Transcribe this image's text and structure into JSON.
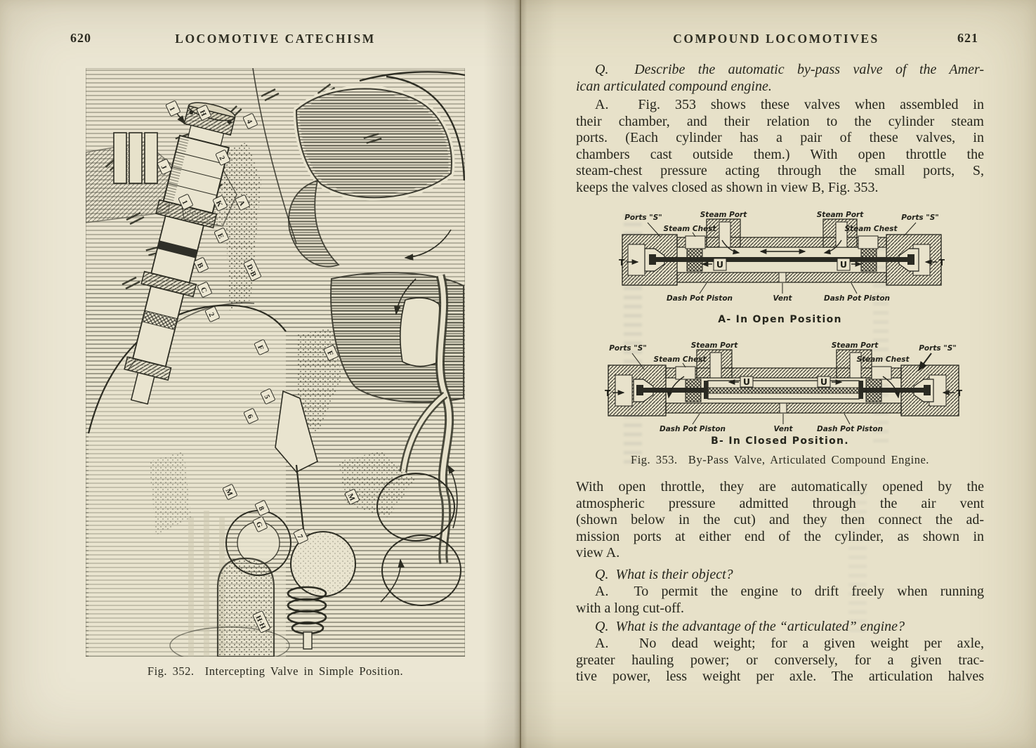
{
  "colors": {
    "paper_left": "#ebe6d3",
    "paper_right": "#e7e1c9",
    "ink": "#2a2a20"
  },
  "page": {
    "left": {
      "number": "620",
      "header": "LOCOMOTIVE CATECHISM",
      "figure_caption": "Fig. 352.  Intercepting Valve in Simple Position.",
      "figure_labels": [
        "1",
        "H",
        "4",
        "2",
        "J",
        "1",
        "E",
        "K",
        "A",
        "B",
        "D·B",
        "C",
        "2",
        "F",
        "F",
        "5",
        "6",
        "8",
        "G",
        "7",
        "M",
        "M",
        "H·H"
      ]
    },
    "right": {
      "number": "621",
      "header": "COMPOUND LOCOMOTIVES",
      "para1": {
        "l1": "Q.  Describe the automatic by-pass valve of the Amer-",
        "l2": "ican articulated compound engine."
      },
      "para2": {
        "l1": "A.  Fig. 353 shows these valves when assembled in",
        "l2": "their chamber, and their relation to the cylinder steam",
        "l3": "ports.  (Each cylinder has a pair of these valves, in",
        "l4": "chambers cast outside them.)  With open throttle the",
        "l5": "steam-chest pressure acting through the small ports, S,",
        "l6": "keeps the valves closed as shown in view B, Fig. 353."
      },
      "figure": {
        "labels": {
          "ports_s": "Ports \"S\"",
          "steam_chest": "Steam Chest",
          "steam_port": "Steam Port",
          "t": "T",
          "u": "U",
          "dash_pot": "Dash Pot Piston",
          "vent": "Vent"
        },
        "caption_a": "A- In Open Position",
        "caption_b": "B- In Closed Position.",
        "caption": "Fig. 353.  By-Pass Valve, Articulated Compound Engine."
      },
      "para3": {
        "l1": "With open throttle, they are automatically opened by the",
        "l2": "atmospheric pressure admitted through the air vent",
        "l3": "(shown below in the cut) and they then connect the ad-",
        "l4": "mission ports at either end of the cylinder, as shown in",
        "l5": "view A."
      },
      "para4": "Q.  What is their object?",
      "para5": {
        "l1": "A.  To permit the engine to drift freely when running",
        "l2": "with a long cut-off."
      },
      "para6": "Q.  What is the advantage of the “articulated” engine?",
      "para7": {
        "l1": "A.  No dead weight; for a given weight per axle,",
        "l2": "greater hauling power; or conversely, for a given trac-",
        "l3": "tive power, less weight per axle.  The articulation halves"
      }
    }
  }
}
